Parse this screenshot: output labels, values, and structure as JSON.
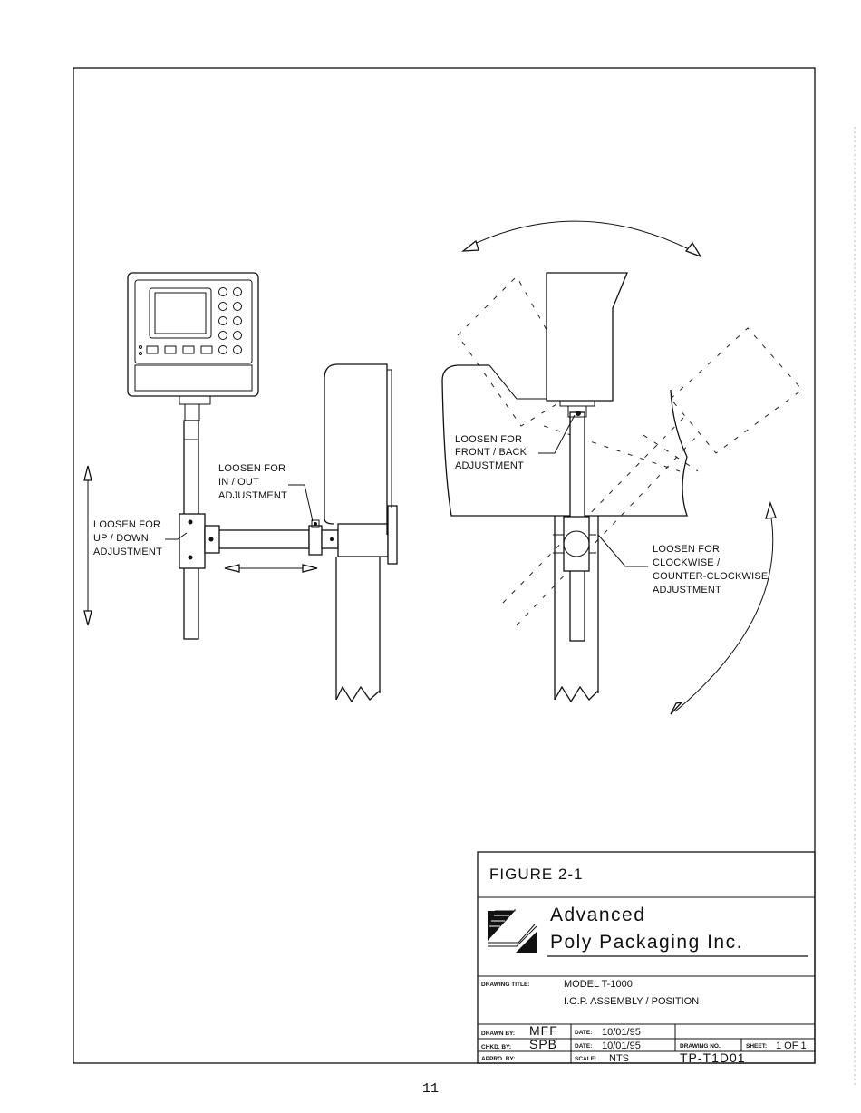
{
  "labels": {
    "front_back": [
      "LOOSEN FOR",
      "FRONT / BACK",
      "ADJUSTMENT"
    ],
    "in_out": [
      "LOOSEN FOR",
      "IN / OUT",
      "ADJUSTMENT"
    ],
    "up_down": [
      "LOOSEN FOR",
      "UP / DOWN",
      "ADJUSTMENT"
    ],
    "clockwise": [
      "LOOSEN FOR",
      "CLOCKWISE /",
      "COUNTER-CLOCKWISE",
      "ADJUSTMENT"
    ]
  },
  "title_block": {
    "figure": "FIGURE   2-1",
    "company_line1": "Advanced",
    "company_line2": "Poly Packaging Inc.",
    "drawing_title_label": "DRAWING TITLE:",
    "drawing_title_line1": "MODEL T-1000",
    "drawing_title_line2": "I.O.P. ASSEMBLY / POSITION",
    "drawn_by_label": "DRAWN BY:",
    "drawn_by": "MFF",
    "chkd_by_label": "CHKD. BY:",
    "chkd_by": "SPB",
    "appro_by_label": "APPRO. BY:",
    "date_label_1": "DATE:",
    "date_1": "10/01/95",
    "date_label_2": "DATE:",
    "date_2": "10/01/95",
    "scale_label": "SCALE:",
    "scale": "NTS",
    "drawing_no_label": "DRAWING NO.",
    "drawing_no": "TP-T1D01",
    "sheet_label": "SHEET:",
    "sheet": "1 OF 1"
  },
  "page_number": "11"
}
